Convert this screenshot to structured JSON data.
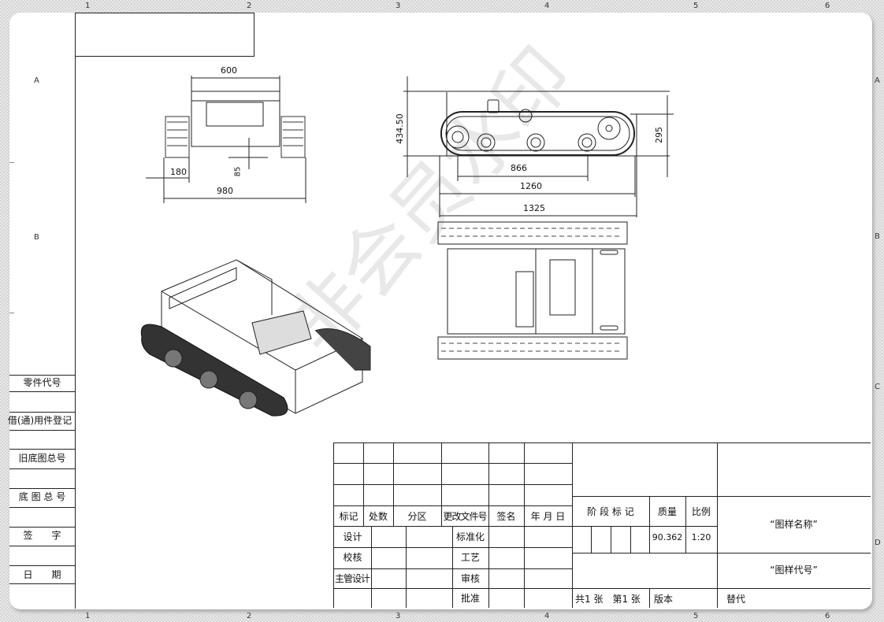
{
  "rulers": {
    "columns": [
      "1",
      "2",
      "3",
      "4",
      "5",
      "6"
    ],
    "rows": [
      "A",
      "B",
      "C",
      "D"
    ]
  },
  "left_column": [
    "零件代号",
    "借(通)用件登记",
    "旧底图总号",
    "底 图 总 号",
    "签　　字",
    "日　　期"
  ],
  "dimensions": {
    "front_width": "600",
    "front_track": "180",
    "front_total": "980",
    "front_clearance": "85",
    "side_height": "434.50",
    "side_track_height": "295",
    "wheelbase": "866",
    "track_length": "1260",
    "total_length": "1325"
  },
  "title_block": {
    "change_headers": [
      "标记",
      "处数",
      "分区",
      "更改文件号",
      "签名",
      "年 月 日"
    ],
    "sign_rows": [
      "设计",
      "校核",
      "主管设计",
      ""
    ],
    "sign_mid": [
      "标准化",
      "工艺",
      "审核",
      "批准"
    ],
    "stage_label": "阶 段 标 记",
    "mass_label": "质量",
    "scale_label": "比例",
    "mass": "90.362",
    "scale": "1:20",
    "drawing_name": "“图样名称”",
    "drawing_code": "“图样代号”",
    "sheets": "共1 张　第1 张",
    "version": "版本",
    "replace": "替代"
  },
  "watermark": "非会员水印"
}
